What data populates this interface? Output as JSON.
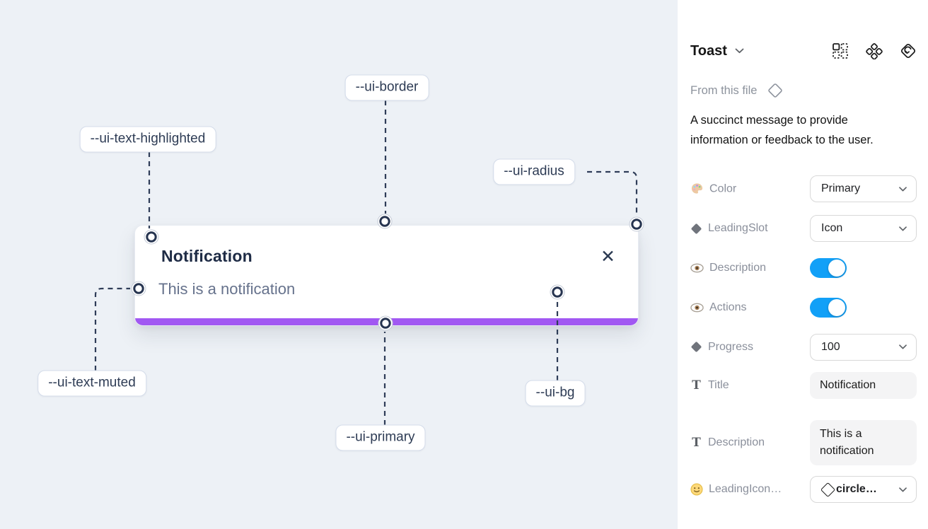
{
  "canvas": {
    "toast": {
      "title": "Notification",
      "description": "This is a notification",
      "close_icon": "✕"
    },
    "annotations": [
      {
        "label": "--ui-border"
      },
      {
        "label": "--ui-text-highlighted"
      },
      {
        "label": "--ui-radius"
      },
      {
        "label": "--ui-text-muted"
      },
      {
        "label": "--ui-primary"
      },
      {
        "label": "--ui-bg"
      }
    ]
  },
  "panel": {
    "title": "Toast",
    "source_label": "From this file",
    "description": "A succinct message to provide information or feedback to the user.",
    "header_icons": [
      "variants-grid-icon",
      "component-icon",
      "go-to-main-component-icon"
    ],
    "rows": [
      {
        "icon": "palette-icon",
        "label": "Color",
        "control": "select",
        "value": "Primary"
      },
      {
        "icon": "diamond-icon",
        "label": "LeadingSlot",
        "control": "select",
        "value": "Icon"
      },
      {
        "icon": "eye-icon",
        "label": "Description",
        "control": "toggle",
        "value": "on"
      },
      {
        "icon": "eye-icon",
        "label": "Actions",
        "control": "toggle",
        "value": "on"
      },
      {
        "icon": "diamond-icon",
        "label": "Progress",
        "control": "select",
        "value": "100"
      },
      {
        "icon": "text-icon",
        "label": "Title",
        "control": "field",
        "value": "Notification"
      },
      {
        "icon": "text-icon",
        "label": "Description",
        "control": "field",
        "value": "This is a notification"
      },
      {
        "icon": "smiley-icon",
        "label": "LeadingIcon…",
        "control": "select",
        "value": "circle…"
      }
    ]
  },
  "colors": {
    "canvas_bg": "#edf1f6",
    "toast_bg": "#ffffff",
    "primary_purple": "#a158f2",
    "title_navy": "#1e2b45",
    "muted_text": "#66728c",
    "dash_line": "#2f3d58",
    "toggle_blue": "#12a0f7"
  }
}
